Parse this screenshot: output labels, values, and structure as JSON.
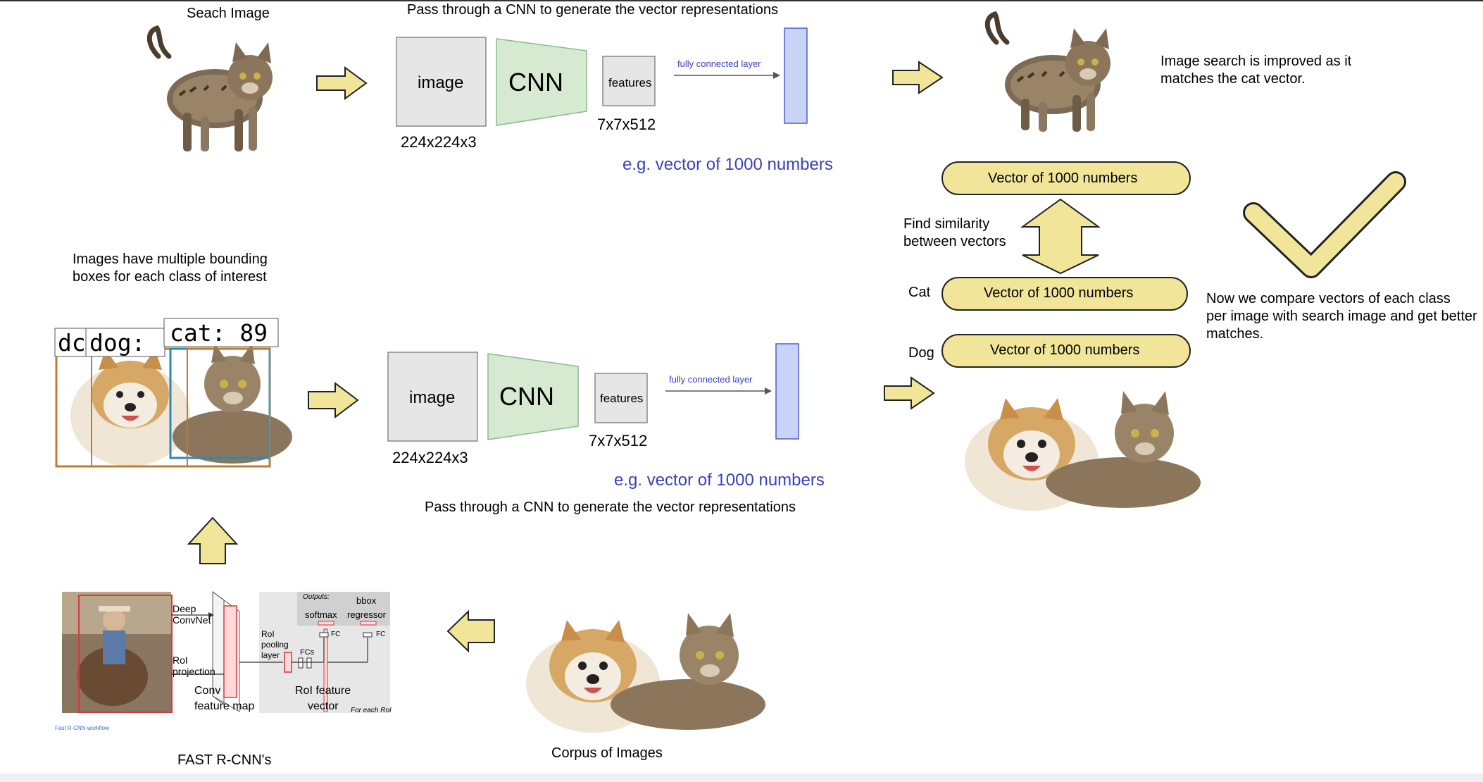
{
  "colors": {
    "arrow_fill": "#f1e59a",
    "arrow_stroke": "#222222",
    "image_box": "#e6e6e6",
    "cnn_fill": "#d6ead2",
    "fc_bar": "#c8d3f5",
    "fc_bar_stroke": "#4a5fcf",
    "pill_fill": "#f1e59a",
    "blue_text": "#3a3fc4",
    "orange_box": "#c67a2a",
    "teal_box": "#2c89b5",
    "red_box": "#d33a3a"
  },
  "top": {
    "search_image_label": "Seach Image",
    "pipeline_title": "Pass through a CNN to generate the vector representations",
    "image_label": "image",
    "cnn_label": "CNN",
    "features_label": "features",
    "fc_label": "fully connected layer",
    "image_size": "224x224x3",
    "feature_size": "7x7x512",
    "vector_note": "e.g. vector of 1000 numbers",
    "result_text": [
      "Image search is improved as it",
      "matches the cat vector."
    ]
  },
  "compare": {
    "query_vector": "Vector of 1000 numbers",
    "similarity_label": [
      "Find similarity",
      "between vectors"
    ],
    "cat_label": "Cat",
    "cat_vector": "Vector of 1000 numbers",
    "dog_label": "Dog",
    "dog_vector": "Vector of 1000 numbers",
    "compare_text": [
      "Now we compare vectors of each class",
      "per image with search image and get better",
      "matches."
    ]
  },
  "middle": {
    "bbox_caption": [
      "Images have multiple bounding",
      "boxes for each class of interest"
    ],
    "tag_dog_partial": "dc",
    "tag_dog": "dog:",
    "tag_cat": "cat: 89",
    "image_label": "image",
    "cnn_label": "CNN",
    "features_label": "features",
    "fc_label": "fully connected layer",
    "image_size": "224x224x3",
    "feature_size": "7x7x512",
    "vector_note": "e.g. vector of 1000 numbers",
    "pipeline_title": "Pass through a CNN to generate the vector representations"
  },
  "bottom": {
    "rcnn_caption": "FAST R-CNN's",
    "corpus_caption": "Corpus of Images",
    "rcnn_diagram": {
      "deep_convnet": [
        "Deep",
        "ConvNet"
      ],
      "roi_projection": [
        "RoI",
        "projection"
      ],
      "conv_feature_map": [
        "Conv",
        "feature map"
      ],
      "roi_pooling": [
        "RoI",
        "pooling",
        "layer"
      ],
      "fcs": "FCs",
      "outputs": "Outputs:",
      "softmax": "softmax",
      "bbox_regressor": [
        "bbox",
        "regressor"
      ],
      "fc": "FC",
      "roi_feature_vector": [
        "RoI feature",
        "vector"
      ],
      "for_each_roi": "For each RoI",
      "workflow_note": "Fast R-CNN workflow"
    }
  },
  "icons": [
    "right-arrow-icon",
    "up-arrow-icon",
    "left-arrow-icon",
    "double-arrow-icon",
    "checkmark-icon"
  ]
}
